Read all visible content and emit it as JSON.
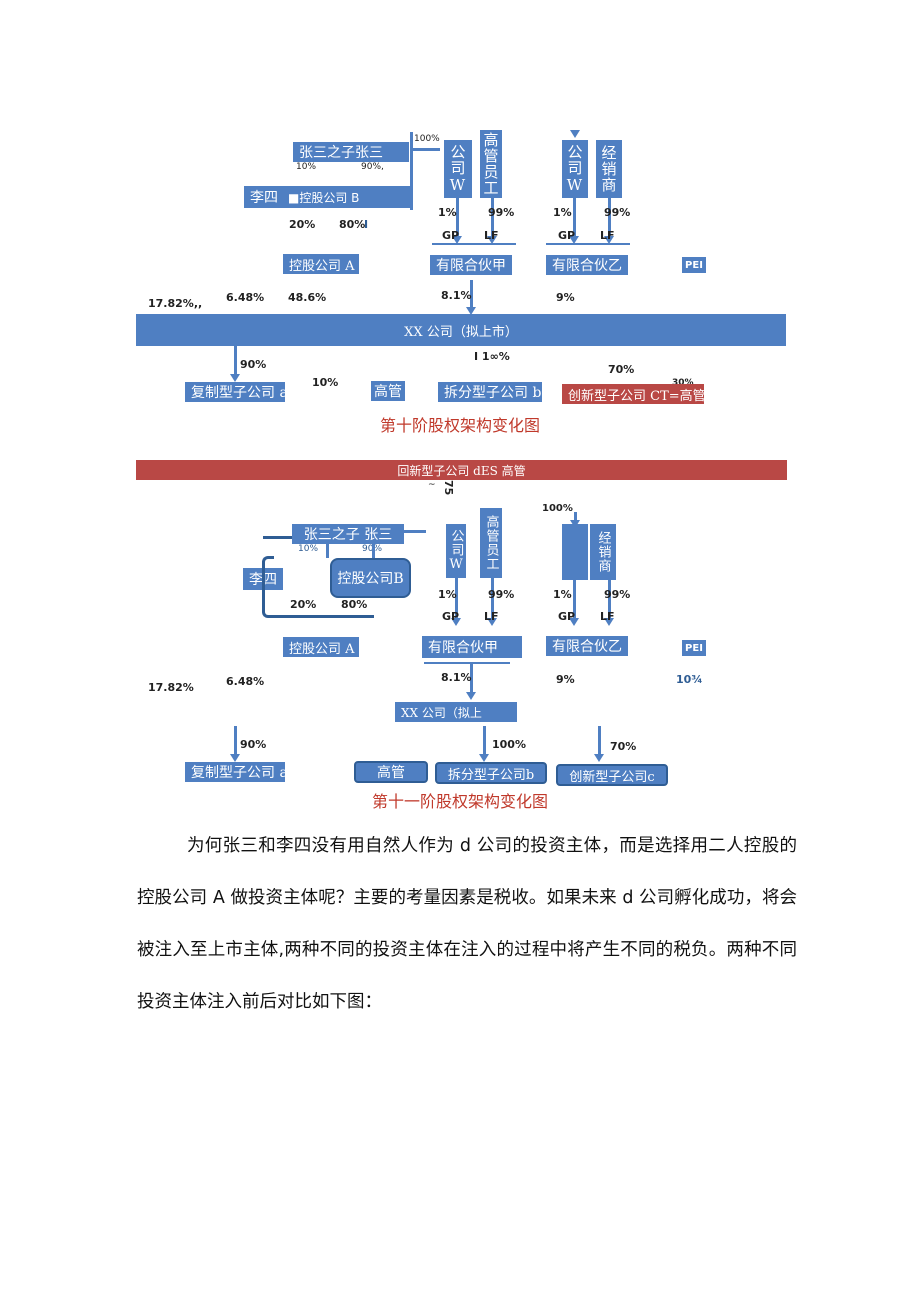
{
  "figure1": {
    "box_zhang": "张三之子张三",
    "pct_10": "10%",
    "pct_90": "90%,",
    "box_li": "李四",
    "box_holdb": "■控股公司 B",
    "pct_20": "20%",
    "pct_80": "80%",
    "bar_mark": "I",
    "pct_100_top": "100%",
    "box_w1": "公司W",
    "box_exec": "高管员工",
    "box_w2": "公司W",
    "box_dealer": "经销商",
    "gp1_pct": "1%",
    "lp1_pct": "99%",
    "gp1": "GP",
    "lp1": "LF",
    "gp2_pct": "1%",
    "lp2_pct": "99%",
    "gp2": "GP",
    "lp2": "LF",
    "box_hold_a": "控股公司 A",
    "box_lp_jia": "有限合伙甲",
    "box_lp_yi": "有限合伙乙",
    "box_pe": "PEI",
    "pct_1782": "17.82%,,",
    "pct_648": "6.48%",
    "pct_486": "48.6%",
    "pct_81": "8.1%",
    "pct_9": "9%",
    "main_bar": "XX 公司（拟上市）",
    "pct_90_sub": "90%",
    "pct_100_sub": "I 1∞%",
    "pct_70_sub": "70%",
    "pct_10_sub": "10%",
    "sub_copy": "复制型子公司 a",
    "sub_exec": "高管",
    "sub_split": "拆分型子公司 b",
    "sub_innov": "创新型子公司 CT=高管",
    "sub_innov_overlap": "30%",
    "caption": "第十阶股权架构变化图"
  },
  "figure2": {
    "top_red_bar": "回新型子公司 dES 高管",
    "mark_75": "75",
    "mark_tilde": "~",
    "box_zhang": "张三之子   张三",
    "pct_10": "10%",
    "pct_90": "90%",
    "box_li": "李四",
    "box_holdb": "控股公司B",
    "pct_20": "20%",
    "pct_80": "80%",
    "box_w1": "公司W",
    "box_exec": "高管员工",
    "pct_100_top": "100%",
    "box_dealer": "经销商",
    "gp1_pct": "1%",
    "lp1_pct": "99%",
    "gp1": "GP",
    "lp1": "LF",
    "gp2_pct": "1%",
    "lp2_pct": "99%",
    "gp2": "GP",
    "lp2": "LF",
    "box_hold_a": "控股公司 A",
    "box_lp_jia": "有限合伙甲",
    "box_lp_yi": "有限合伙乙",
    "box_pe": "PEI",
    "pct_1782": "17.82%",
    "pct_648": "6.48%",
    "pct_81": "8.1%",
    "pct_9": "9%",
    "pct_10_pe": "10¾",
    "main_bar": "XX 公司（拟上",
    "pct_90_sub": "90%",
    "pct_100_sub": "100%",
    "pct_70_sub": "70%",
    "sub_copy": "复制型子公司 a",
    "sub_exec": "高管",
    "sub_split": "拆分型子公司b",
    "sub_innov": "创新型子公司c",
    "caption": "第十一阶股权架构变化图"
  },
  "paragraph": "为何张三和李四没有用自然人作为 d 公司的投资主体，而是选择用二人控股的控股公司 A 做投资主体呢？主要的考量因素是税收。如果未来 d 公司孵化成功，将会被注入至上市主体,两种不同的投资主体在注入的过程中将产生不同的税负。两种不同投资主体注入前后对比如下图："
}
